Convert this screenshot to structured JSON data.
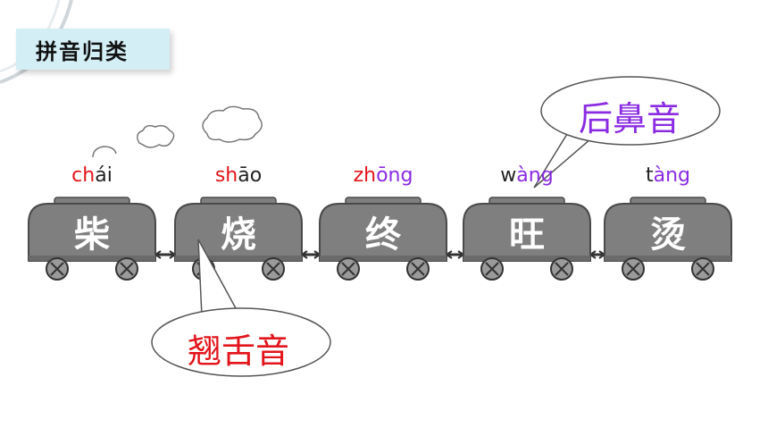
{
  "title": "拼音归类",
  "cars": [
    {
      "char": "柴",
      "pinyin": [
        {
          "t": "ch",
          "c": "red"
        },
        {
          "t": "ái",
          "c": "black"
        }
      ]
    },
    {
      "char": "烧",
      "pinyin": [
        {
          "t": "sh",
          "c": "red"
        },
        {
          "t": "āo",
          "c": "black"
        }
      ]
    },
    {
      "char": "终",
      "pinyin": [
        {
          "t": "zh",
          "c": "red"
        },
        {
          "t": "ōng",
          "c": "purple"
        }
      ]
    },
    {
      "char": "旺",
      "pinyin": [
        {
          "t": "w",
          "c": "black"
        },
        {
          "t": "àng",
          "c": "purple"
        }
      ]
    },
    {
      "char": "烫",
      "pinyin": [
        {
          "t": "t",
          "c": "black"
        },
        {
          "t": "àng",
          "c": "purple"
        }
      ]
    }
  ],
  "bubbles": {
    "retroflex": {
      "label": "翘舌音",
      "color": "#e3141b"
    },
    "back_nasal": {
      "label": "后鼻音",
      "color": "#8a2be2"
    }
  },
  "colors": {
    "car_fill": "#7f7f7f",
    "car_stroke": "#4a4a4a",
    "red": "#e3141b",
    "purple": "#8a2be2"
  }
}
